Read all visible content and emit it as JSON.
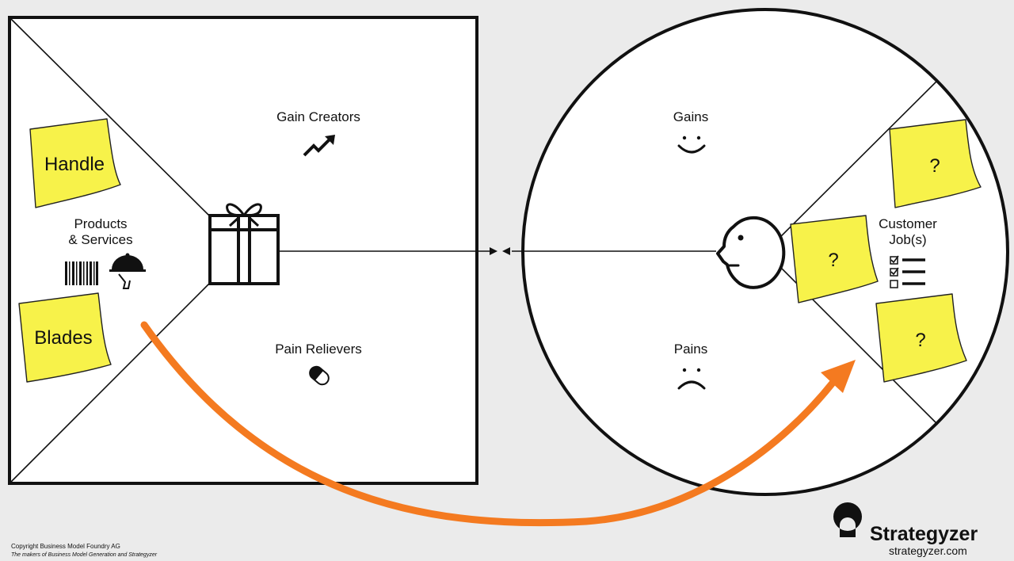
{
  "value_map": {
    "gain_creators": "Gain Creators",
    "pain_relievers": "Pain Relievers",
    "products_line1": "Products",
    "products_line2": "& Services"
  },
  "customer_profile": {
    "gains": "Gains",
    "pains": "Pains",
    "jobs_line1": "Customer",
    "jobs_line2": "Job(s)"
  },
  "sticky_notes": [
    {
      "text": "Handle",
      "color": "#f7f24a"
    },
    {
      "text": "Blades",
      "color": "#f7f24a"
    },
    {
      "text": "?",
      "color": "#f7f24a"
    },
    {
      "text": "?",
      "color": "#f7f24a"
    },
    {
      "text": "?",
      "color": "#f7f24a"
    }
  ],
  "arrow_color": "#f47a20",
  "icons": [
    "chart-up-icon",
    "gift-icon",
    "barcode-icon",
    "cloche-icon",
    "pill-icon",
    "smile-icon",
    "frown-icon",
    "face-profile-icon",
    "checklist-icon",
    "strategyzer-logo-icon"
  ],
  "footer": {
    "copyright": "Copyright Business Model Foundry AG",
    "tagline": "The makers of Business Model Generation and Strategyzer",
    "brand": "Strategyzer",
    "url": "strategyzer.com"
  }
}
